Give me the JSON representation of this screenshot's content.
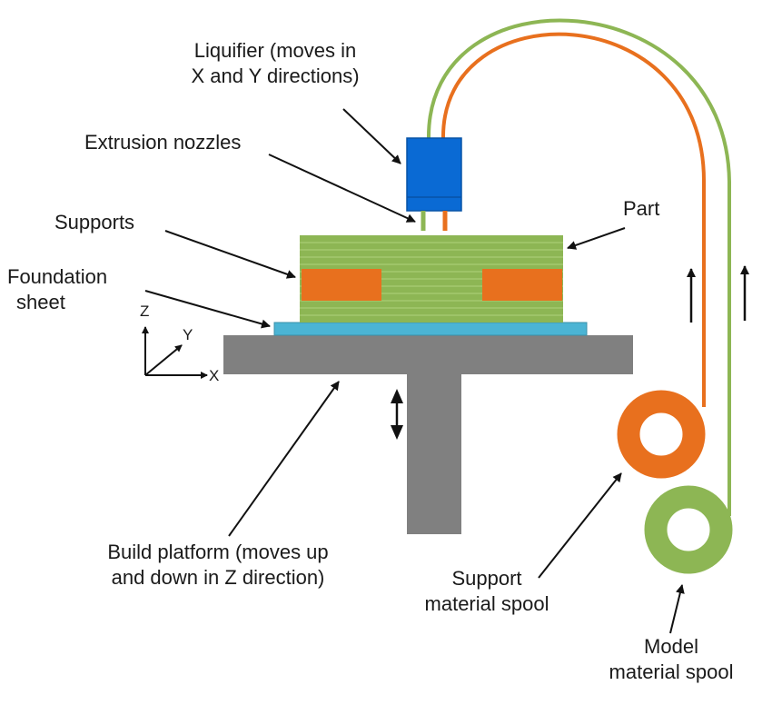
{
  "labels": {
    "liquifier_l1": "Liquifier (moves in",
    "liquifier_l2": "X and Y directions)",
    "nozzles": "Extrusion nozzles",
    "supports": "Supports",
    "part": "Part",
    "foundation_l1": "Foundation",
    "foundation_l2": "sheet",
    "platform_l1": "Build platform (moves up",
    "platform_l2": "and down in Z direction)",
    "support_spool_l1": "Support",
    "support_spool_l2": "material spool",
    "model_spool_l1": "Model",
    "model_spool_l2": "material spool"
  },
  "axes": {
    "z": "Z",
    "y": "Y",
    "x": "X"
  },
  "colors": {
    "model_material": "#8db654",
    "model_layer_line": "#a9cd73",
    "support_material": "#e8701e",
    "liquifier_blue": "#0a6ad4",
    "foundation_sheet": "#4bb4d4",
    "platform_gray": "#808080",
    "arrow": "#111111"
  }
}
